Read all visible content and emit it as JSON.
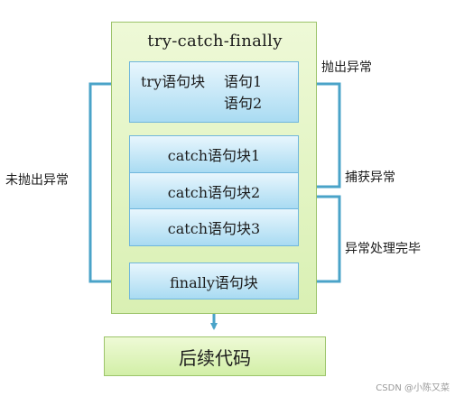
{
  "outer_title": "try-catch-finally",
  "try_block": {
    "label": "try语句块",
    "statement1": "语句1",
    "statement2": "语句2"
  },
  "catch_blocks": [
    "catch语句块1",
    "catch语句块2",
    "catch语句块3"
  ],
  "finally_block": "finally语句块",
  "after_code": "后续代码",
  "side_labels": {
    "throw_exception": "抛出异常",
    "catch_exception": "捕获异常",
    "exception_handled": "异常处理完毕",
    "no_exception": "未抛出异常"
  },
  "watermark": "CSDN @小陈又菜",
  "colors": {
    "connector": "#4aa3c8",
    "outer_fill": "#d9f0b3",
    "block_fill": "#a9dbf2"
  }
}
